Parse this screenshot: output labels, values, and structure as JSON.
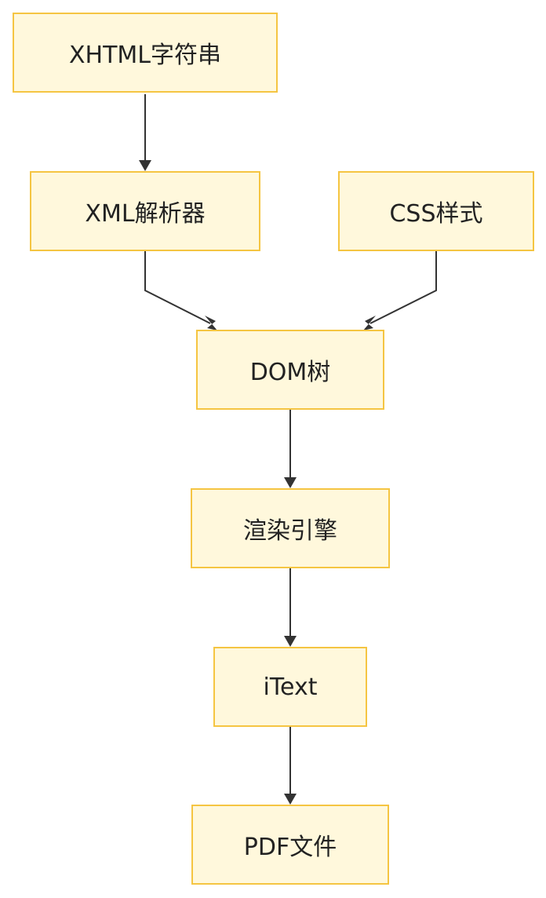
{
  "nodes": {
    "xhtml": "XHTML字符串",
    "xml_parser": "XML解析器",
    "css": "CSS样式",
    "dom": "DOM树",
    "render_engine": "渲染引擎",
    "itext": "iText",
    "pdf": "PDF文件"
  },
  "edges": [
    {
      "from": "xhtml",
      "to": "xml_parser"
    },
    {
      "from": "xml_parser",
      "to": "dom"
    },
    {
      "from": "css",
      "to": "dom"
    },
    {
      "from": "dom",
      "to": "render_engine"
    },
    {
      "from": "render_engine",
      "to": "itext"
    },
    {
      "from": "itext",
      "to": "pdf"
    }
  ],
  "colors": {
    "node_fill": "#fff8dc",
    "node_border": "#f5c542",
    "edge": "#333333",
    "text": "#222222"
  }
}
